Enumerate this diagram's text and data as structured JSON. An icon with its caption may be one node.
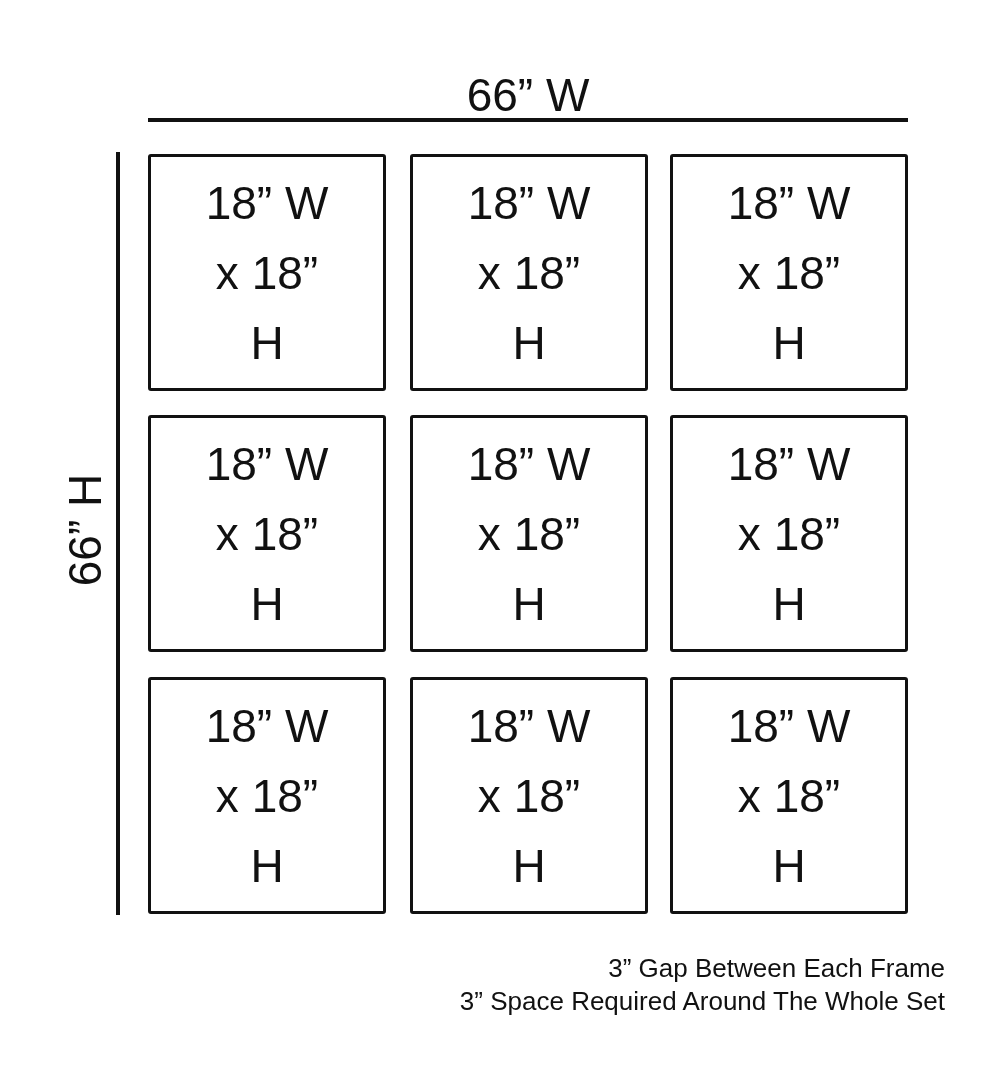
{
  "diagram": {
    "nodes": [
      {
        "text": [
          "18” W x 18” H"
        ]
      },
      {
        "text": [
          "18” W x 18” H"
        ]
      },
      {
        "text": [
          "18” W x 18” H"
        ]
      },
      {
        "text": [
          "18” W x 18” H"
        ]
      },
      {
        "text": [
          "18” W x 18” H"
        ]
      },
      {
        "text": [
          "18” W x 18” H"
        ]
      },
      {
        "text": [
          "18” W x 18” H"
        ]
      },
      {
        "text": [
          "18” W x 18” H"
        ]
      },
      {
        "text": [
          "18” W x 18” H"
        ]
      }
    ],
    "labels": [
      "66” W",
      "66” H",
      "3” Gap Between Each Frame",
      "3” Space Required Around The Whole Set"
    ]
  }
}
